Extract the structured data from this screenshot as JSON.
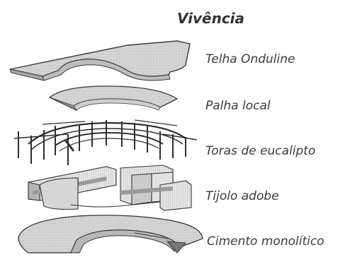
{
  "title": "Vivência",
  "layers": [
    {
      "label": "Telha Onduline"
    },
    {
      "label": "Palha local"
    },
    {
      "label": "Toras de eucalipto"
    },
    {
      "label": "Tijolo adobe"
    },
    {
      "label": "Cimento monolítico"
    }
  ]
}
